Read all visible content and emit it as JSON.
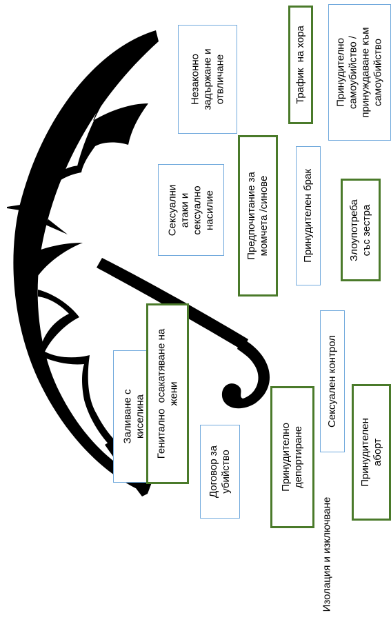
{
  "labels": {
    "illegal_detention": "Незаконно\nзадържане и\nотвличане",
    "trafficking": "Трафик  на хора",
    "forced_suicide": "Принудително\nсамоубийство /\nпринуждаване към\nсамоубийство",
    "sexual_assault": "Сексуални\nатаки и\nсексуално\nнасилие",
    "son_preference": "Предпочитание за\nмомчета /синове",
    "forced_marriage": "Принудителен брак",
    "sibling_abuse": "Злоупотреба\nсъс зестра",
    "acid_attacks": "Заливане с\nкиселина",
    "fgm": "Генитално  осакатяване на\nжени",
    "sexual_control": "Сексуален контрол",
    "murder_contract": "Договор за\nубийство",
    "forced_deportation": "Принудително\nдепортиране",
    "forced_abortion": "Принудителен\nаборт",
    "isolation": "Изолация и изключване"
  },
  "colors": {
    "blue_border": "#6fa8dc",
    "green_border": "#4a7a2a"
  }
}
